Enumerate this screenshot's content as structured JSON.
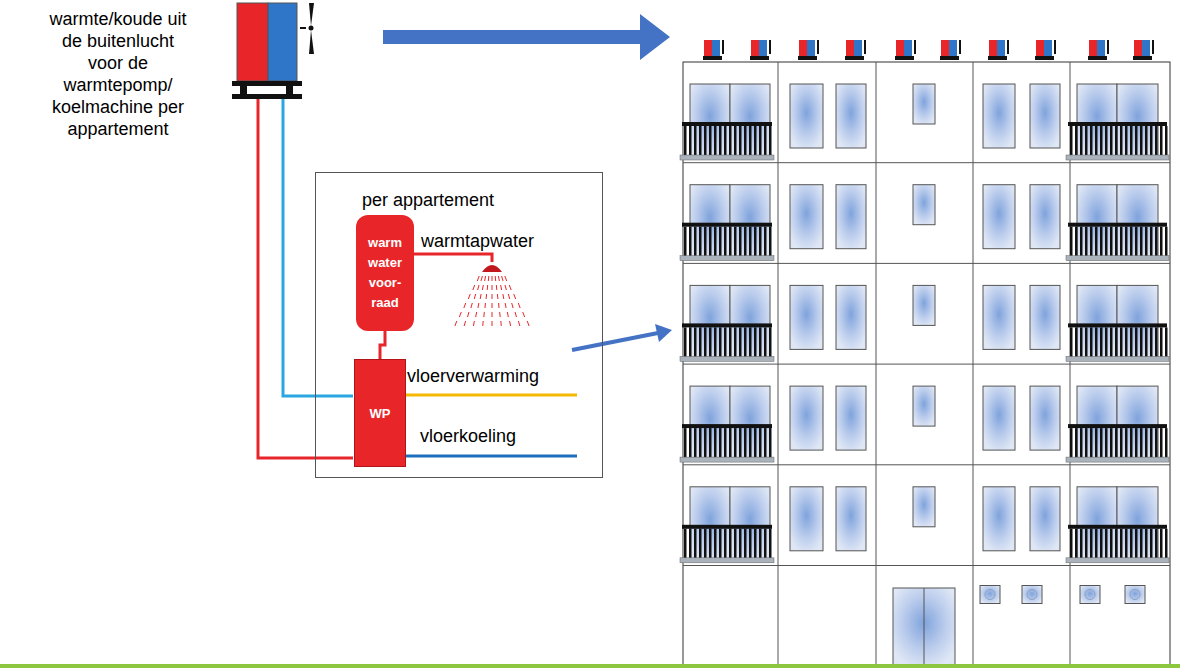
{
  "diagram": {
    "nodes": [
      {
        "text": [
          "per appartement"
        ]
      },
      {
        "text": [
          "warm water voor- raad"
        ],
        "in": 0
      },
      {
        "text": [
          "WP"
        ],
        "in": 0
      }
    ],
    "edges": [
      {
        "from": 1,
        "to": 2,
        "arrow": "none"
      }
    ],
    "labels": [
      "warmte/koude uit de buitenlucht voor de warmtepomp/ koelmachine per appartement",
      "warmtapwater",
      "vloerverwarming",
      "vloerkoeling"
    ]
  }
}
